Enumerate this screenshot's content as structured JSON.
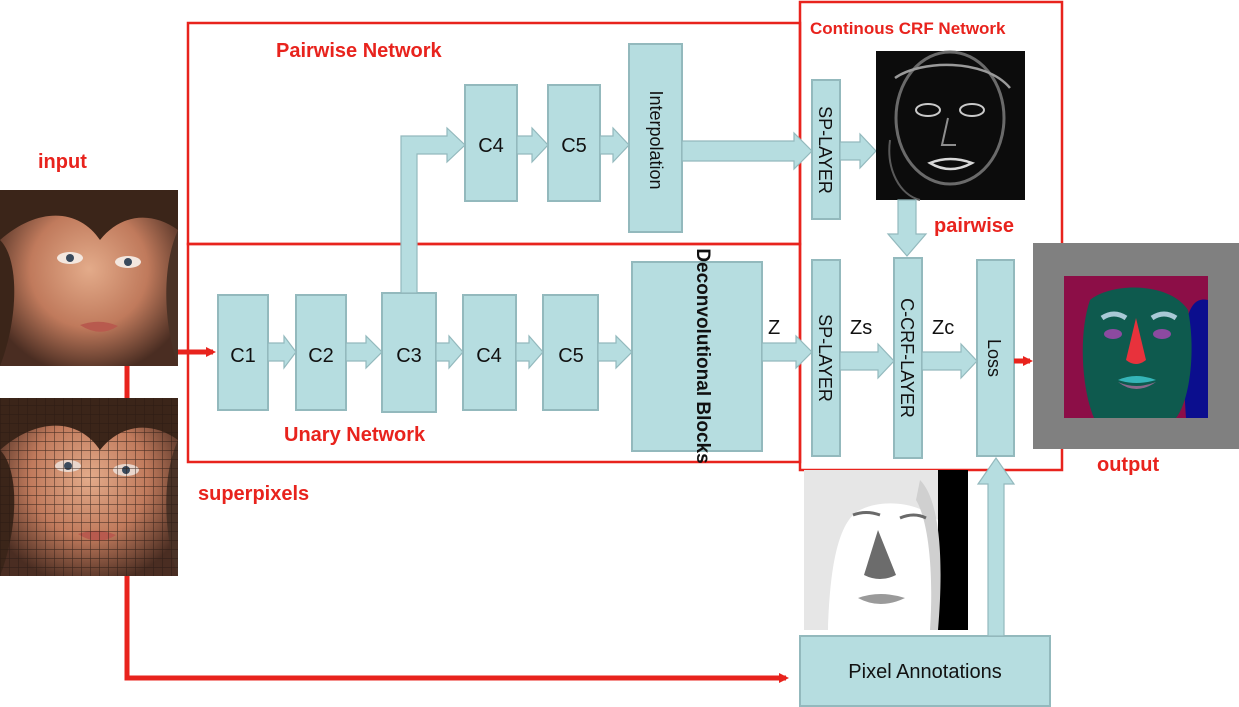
{
  "labels": {
    "pairwise_network": "Pairwise Network",
    "unary_network": "Unary Network",
    "crf_network": "Continous CRF Network",
    "input": "input",
    "superpixels": "superpixels",
    "pairwise": "pairwise",
    "output": "output"
  },
  "blocks": {
    "c1": "C1",
    "c2": "C2",
    "c3": "C3",
    "c4_unary": "C4",
    "c5_unary": "C5",
    "deconv": "Deconvolutional Blocks",
    "c4_pair": "C4",
    "c5_pair": "C5",
    "interp": "Interpolation",
    "sp_layer_top": "SP-LAYER",
    "sp_layer_bottom": "SP-LAYER",
    "ccrf_layer": "C-CRF-LAYER",
    "loss": "Loss",
    "pixel_annotations": "Pixel Annotations"
  },
  "edge_labels": {
    "z": "Z",
    "zs": "Zs",
    "zc": "Zc"
  },
  "colors": {
    "block_fill": "#b6dde0",
    "block_stroke": "#93b9bd",
    "frame_red": "#e8231d",
    "arrow_fill": "#b6dde0"
  }
}
